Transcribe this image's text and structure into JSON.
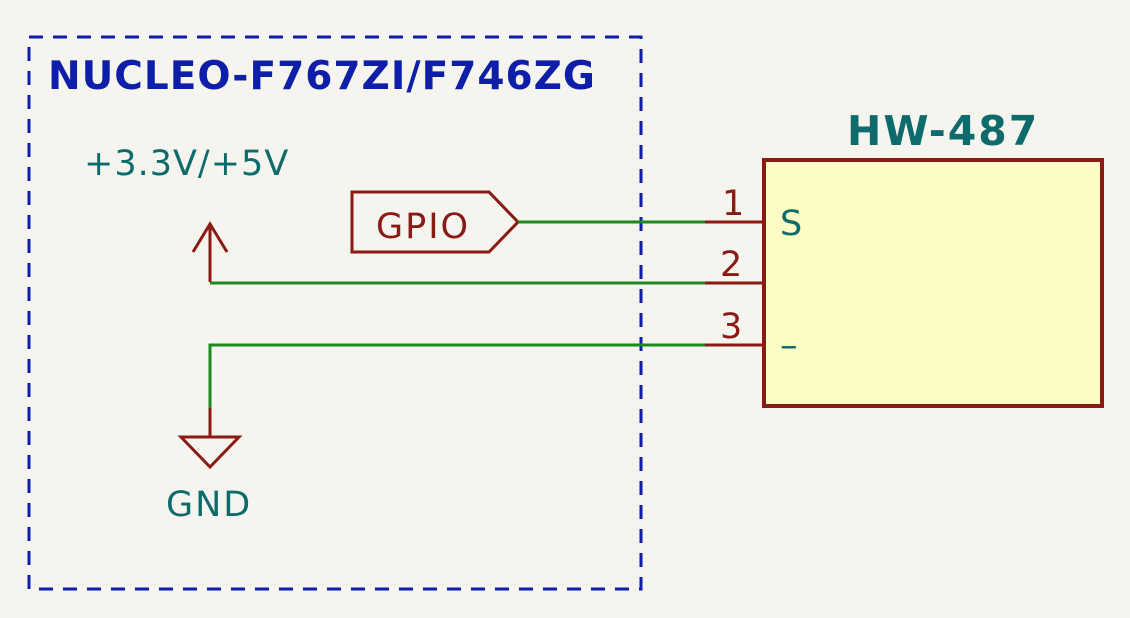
{
  "schematic": {
    "board_name": "NUCLEO-F767ZI/F746ZG",
    "power_symbol_label": "+3.3V/+5V",
    "ground_symbol_label": "GND",
    "gpio_label": "GPIO",
    "component": {
      "name": "HW-487",
      "pins": [
        {
          "number": "1",
          "name": "S"
        },
        {
          "number": "2",
          "name": ""
        },
        {
          "number": "3",
          "name": "–"
        }
      ]
    }
  },
  "colors": {
    "background": "#f5f4ef",
    "boundary": "#0d1fa8",
    "symbol": "#8a1a14",
    "wire": "#1a8a1a",
    "net_label": "#0e6b6b",
    "component_fill": "#fcfcc4"
  }
}
